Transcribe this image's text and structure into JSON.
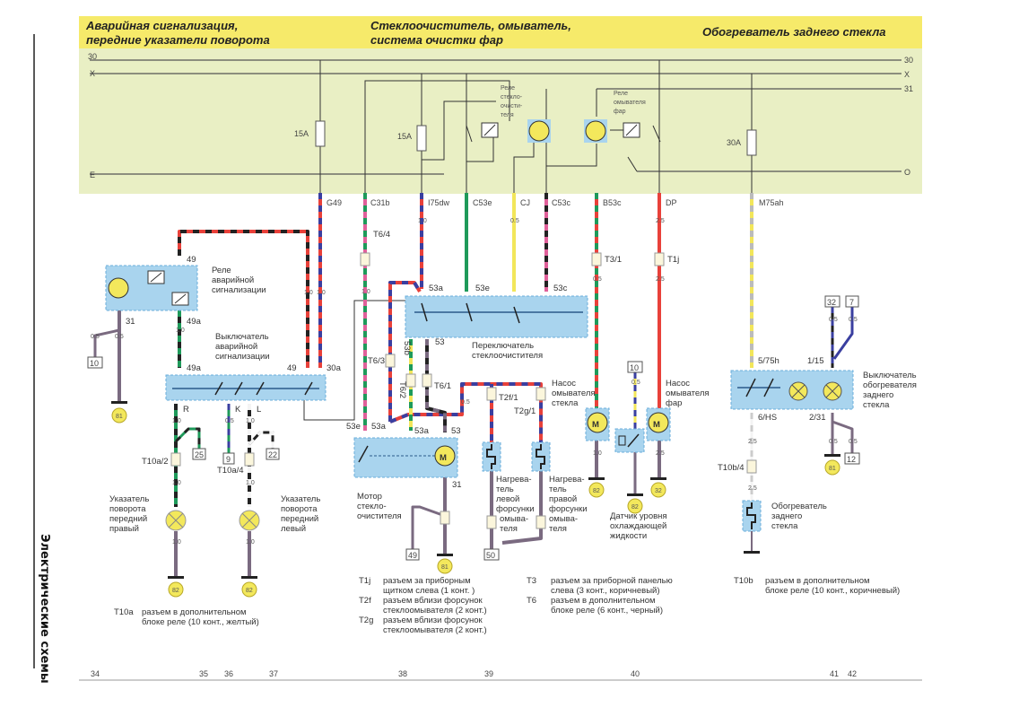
{
  "side_title": "Электрические схемы",
  "header": {
    "left_title_1": "Аварийная сигнализация,",
    "left_title_2": "передние указатели поворота",
    "center_title_1": "Стеклоочиститель, омыватель,",
    "center_title_2": "система очистки фар",
    "right_title": "Обогреватель заднего стекла"
  },
  "bus": {
    "b30": "30",
    "bx": "X",
    "b31": "31",
    "be": "E",
    "bo": "O"
  },
  "fuses": {
    "f1": "15A",
    "f2": "15A",
    "f3": "30A"
  },
  "top_connectors": [
    "G49",
    "C31b",
    "I75dw",
    "C53e",
    "CJ",
    "C53c",
    "B53c",
    "DP",
    "M75ah"
  ],
  "relays": {
    "wiper_relay": [
      "Реле",
      "стекло-",
      "очисти-",
      "теля"
    ],
    "headlamp_washer_relay": [
      "Реле",
      "омывателя",
      "фар"
    ]
  },
  "components": {
    "hazard_relay": [
      "Реле",
      "аварийной",
      "сигнализации"
    ],
    "hazard_switch": [
      "Выключатель",
      "аварийной",
      "сигнализации"
    ],
    "turn_right": [
      "Указатель",
      "поворота",
      "передний",
      "правый"
    ],
    "turn_left": [
      "Указатель",
      "поворота",
      "передний",
      "левый"
    ],
    "wiper_switch": [
      "Переключатель",
      "стеклоочистителя"
    ],
    "wiper_motor": [
      "Мотор",
      "стекло-",
      "очистителя"
    ],
    "heater_left": [
      "Нагрева-",
      "тель",
      "левой",
      "форсунки",
      "омыва-",
      "теля"
    ],
    "heater_right": [
      "Нагрева-",
      "тель",
      "правой",
      "форсунки",
      "омыва-",
      "теля"
    ],
    "washer_pump": [
      "Насос",
      "омывателя",
      "стекла"
    ],
    "headlamp_pump": [
      "Насос",
      "омывателя",
      "фар"
    ],
    "coolant_sensor": [
      "Датчик уровня",
      "охлаждающей",
      "жидкости"
    ],
    "rear_switch": [
      "Выключатель",
      "обогревателя",
      "заднего",
      "стекла"
    ],
    "rear_heater": [
      "Обогреватель",
      "заднего",
      "стекла"
    ],
    "motor_symbol": "M"
  },
  "pins": {
    "p49": "49",
    "p31": "31",
    "p49a": "49a",
    "p49a2": "49a",
    "p49s": "49",
    "p30a": "30a",
    "pR": "R",
    "pK": "K",
    "pL": "L",
    "p53a": "53a",
    "p53e": "53e",
    "p53c": "53c",
    "p53b": "53b",
    "p53": "53",
    "m53e": "53e",
    "m53a": "53a",
    "m53a2": "53a",
    "m53": "53",
    "m31": "31",
    "p575h": "5/75h",
    "p115": "1/15",
    "p6hs": "6/HS",
    "p231": "2/31"
  },
  "inline_connectors": {
    "T10a2": "T10a/2",
    "T10a4": "T10a/4",
    "T64": "T6/4",
    "T63": "T6/3",
    "T62": "T6/2",
    "T61": "T6/1",
    "T31": "T3/1",
    "T1j": "T1j",
    "T2f1": "T2f/1",
    "T2g1": "T2g/1",
    "T10b4": "T10b/4"
  },
  "wire_sizes": {
    "s10": "1.0",
    "s05": "0.5",
    "s25": "2.5"
  },
  "refs": {
    "r10": "10",
    "r25": "25",
    "r9": "9",
    "r22": "22",
    "r49": "49",
    "r50": "50",
    "r10b": "10",
    "r32": "32",
    "r7": "7",
    "r12": "12"
  },
  "grounds": {
    "g81a": "81",
    "g82a": "82",
    "g82b": "82",
    "g81b": "81",
    "g82c": "82",
    "g82d": "82",
    "g32": "32",
    "g81c": "81"
  },
  "legend": [
    {
      "code": "T10a",
      "lines": [
        "разъем в дополнительном",
        "блоке реле (10 конт., желтый)"
      ]
    },
    {
      "code": "T1j",
      "lines": [
        "разъем за приборным",
        "щитком слева (1 конт. )"
      ]
    },
    {
      "code": "T2f",
      "lines": [
        "разъем вблизи форсунок",
        "стеклоомывателя  (2 конт.)"
      ]
    },
    {
      "code": "T2g",
      "lines": [
        "разъем вблизи форсунок",
        "стеклоомывателя (2 конт.)"
      ]
    },
    {
      "code": "T3",
      "lines": [
        "разъем за приборной панелью",
        "слева (3 конт., коричневый)"
      ]
    },
    {
      "code": "T6",
      "lines": [
        "разъем в дополнительном",
        "блоке реле (6 конт., черный)"
      ]
    },
    {
      "code": "T10b",
      "lines": [
        "разъем в дополнительном",
        "блоке реле (10 конт., коричневый)"
      ]
    }
  ],
  "column_numbers": [
    "34",
    "35",
    "36",
    "37",
    "38",
    "39",
    "40",
    "41",
    "42"
  ],
  "colors": {
    "header_band": "#f6ea6a",
    "fuse_area": "#e9efc4",
    "component_box": "#a9d4ee",
    "wire_red": "#e8413a",
    "wire_black": "#222222",
    "wire_blue": "#3a3fa0",
    "wire_green": "#1e9a5a",
    "wire_pink": "#e0609a",
    "wire_yellow": "#f2e65a",
    "wire_grey": "#7a6a80",
    "ground_marker": "#f3e85c"
  }
}
